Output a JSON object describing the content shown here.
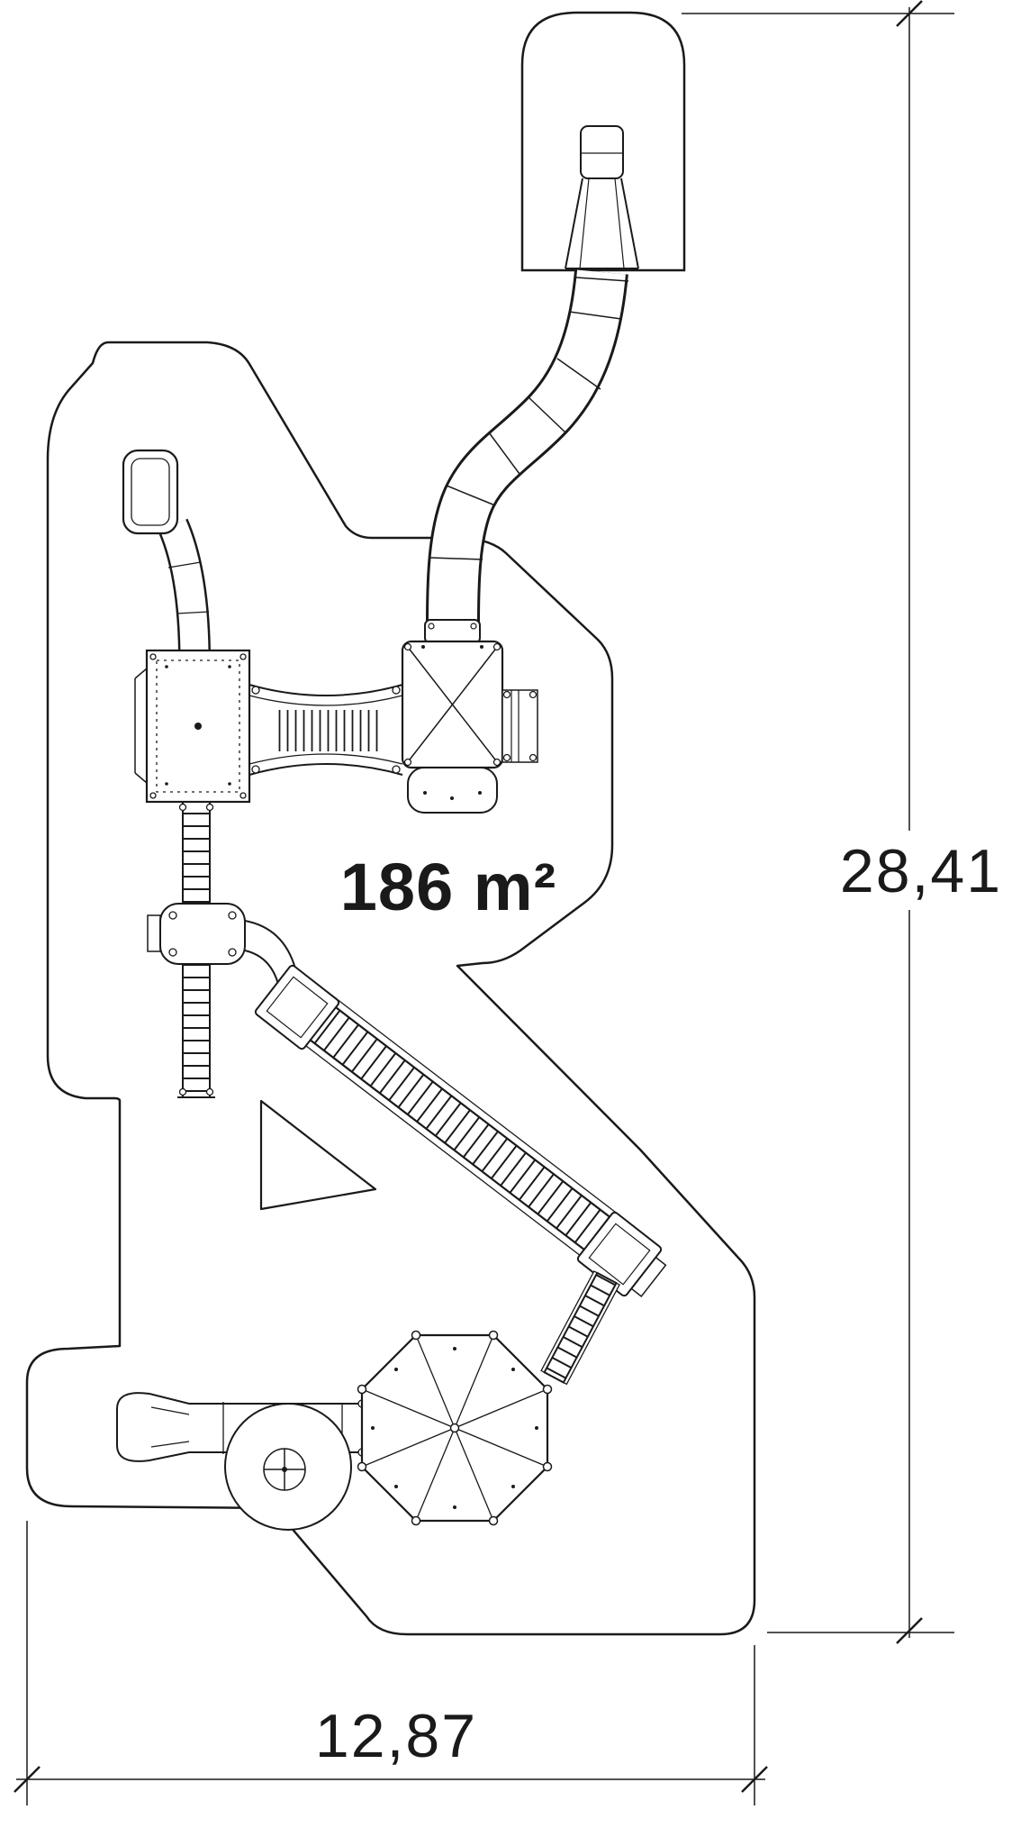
{
  "diagram": {
    "area_label": "186 m²",
    "dimensions": {
      "height": "28,41",
      "width": "12,87"
    }
  },
  "colors": {
    "line": "#1a1a1a",
    "background": "#ffffff"
  }
}
